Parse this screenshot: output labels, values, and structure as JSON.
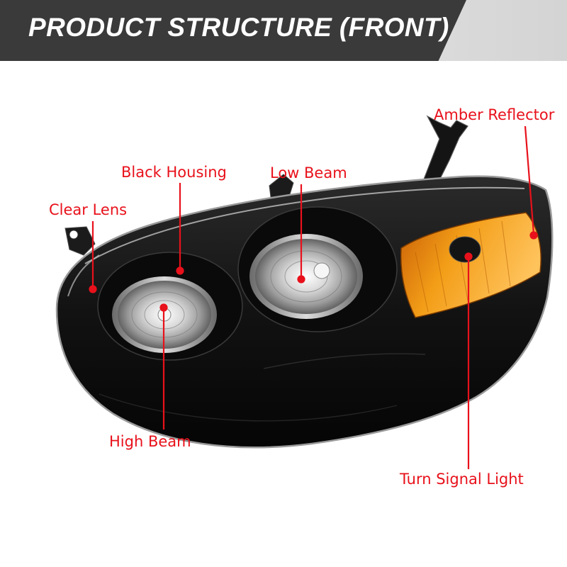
{
  "header": {
    "title": "PRODUCT STRUCTURE (FRONT)"
  },
  "colors": {
    "banner_background": "#3a3a3a",
    "banner_text": "#ffffff",
    "callout_red": "#e8111b",
    "housing_black": "#0d0d0d",
    "amber": "#f29a12"
  },
  "callouts": {
    "clear_lens": "Clear Lens",
    "black_housing": "Black Housing",
    "low_beam": "Low Beam",
    "amber_reflector": "Amber Reflector",
    "high_beam": "High Beam",
    "turn_signal_light": "Turn Signal Light"
  }
}
